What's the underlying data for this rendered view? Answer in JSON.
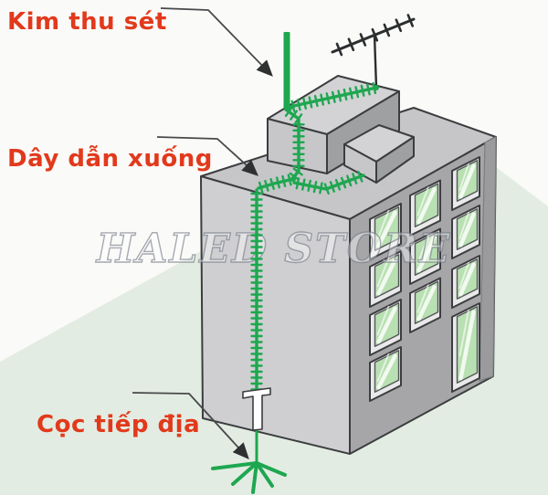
{
  "labels": {
    "lightning_rod": "Kim thu sét",
    "down_conductor": "Dây dẫn xuống",
    "ground_stake": "Cọc tiếp địa"
  },
  "watermark": "HALED STORE",
  "colors": {
    "label_red": "#e2391c",
    "conductor_green": "#1ea750",
    "glass_green": "#b9e0b2",
    "ground_green": "#e3ece2",
    "wall_light": "#cfcfd1",
    "wall_dark": "#a6a6a8",
    "roof_gray": "#c6c6c8",
    "outline_dark": "#3b3d3f",
    "background_white": "#fafaf8",
    "pointer_gray": "#47494b"
  }
}
